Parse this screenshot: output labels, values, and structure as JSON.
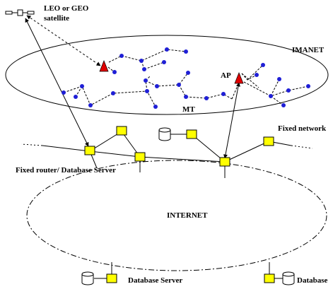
{
  "labels": {
    "satellite_line1": "LEO or GEO",
    "satellite_line2": "satellite",
    "imanet": "IMANET",
    "ap": "AP",
    "mt": "MT",
    "fixed_network": "Fixed network",
    "fixed_router": "Fixed router/ Database Server",
    "internet": "INTERNET",
    "db_server_left": "Database Server",
    "db_server_right": "Database"
  },
  "colors": {
    "node": "#1f1fd6",
    "access_point": "#e00000",
    "router": "#ffff00",
    "line": "#000000"
  },
  "icons": {
    "satellite": "satellite-icon",
    "access_point": "triangle-icon",
    "router": "square-icon",
    "database": "cylinder-icon",
    "mobile_terminal": "dot-icon"
  }
}
